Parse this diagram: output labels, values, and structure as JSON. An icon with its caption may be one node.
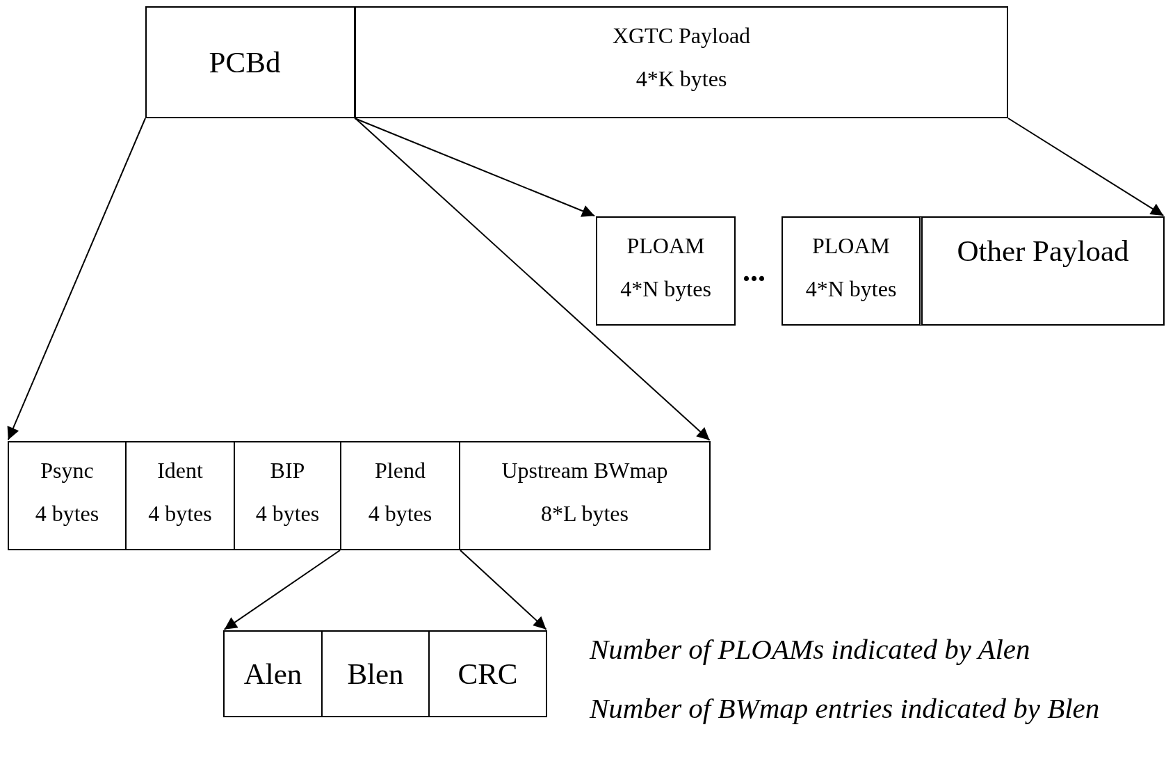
{
  "diagram": {
    "nodes": [
      {
        "text": [
          "PCBd"
        ]
      },
      {
        "text": [
          "XGTC Payload",
          "4*K bytes"
        ]
      },
      {
        "text": [
          "PLOAM",
          "4*N bytes"
        ]
      },
      {
        "text": [
          "PLOAM",
          "4*N bytes"
        ]
      },
      {
        "text": [
          "Other Payload"
        ]
      },
      {
        "text": [
          "Psync",
          "4 bytes"
        ]
      },
      {
        "text": [
          "Ident",
          "4 bytes"
        ]
      },
      {
        "text": [
          "BIP",
          "4 bytes"
        ]
      },
      {
        "text": [
          "Plend",
          "4 bytes"
        ]
      },
      {
        "text": [
          "Upstream BWmap",
          "8*L bytes"
        ]
      },
      {
        "text": [
          "Alen"
        ]
      },
      {
        "text": [
          "Blen"
        ]
      },
      {
        "text": [
          "CRC"
        ]
      }
    ],
    "edges": [
      {
        "from": 0,
        "to": 5,
        "arrow": "to"
      },
      {
        "from": 0,
        "to": 9,
        "arrow": "to"
      },
      {
        "from": 1,
        "to": 2,
        "arrow": "to"
      },
      {
        "from": 1,
        "to": 4,
        "arrow": "to"
      },
      {
        "from": 8,
        "to": 10,
        "arrow": "to"
      },
      {
        "from": 8,
        "to": 12,
        "arrow": "to"
      }
    ],
    "labels": [
      "...",
      "Number of PLOAMs indicated by Alen",
      "Number of BWmap entries indicated by Blen"
    ]
  }
}
